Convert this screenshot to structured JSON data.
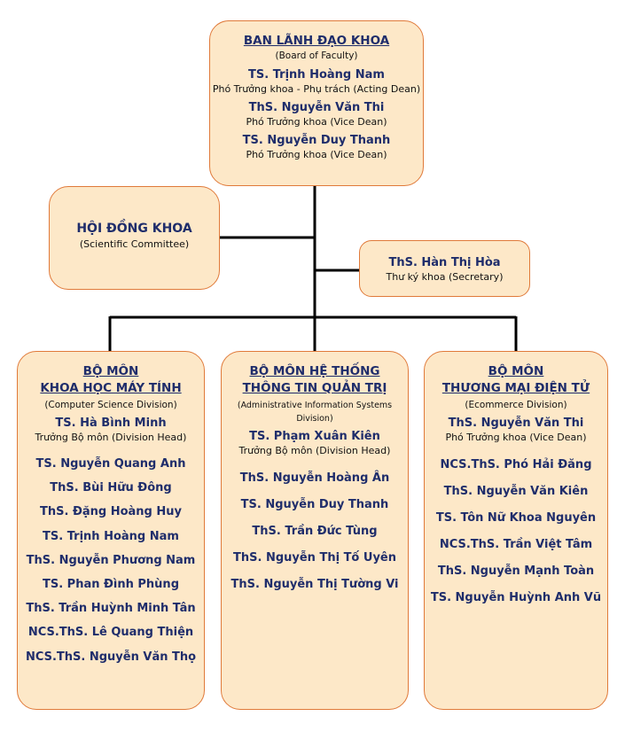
{
  "board": {
    "title": "BAN LÃNH ĐẠO KHOA",
    "subtitle": "(Board of Faculty)",
    "members": [
      {
        "name": "TS. Trịnh Hoàng Nam",
        "role": "Phó Trưởng khoa - Phụ trách (Acting Dean)"
      },
      {
        "name": "ThS. Nguyễn Văn Thi",
        "role": "Phó Trưởng khoa (Vice Dean)"
      },
      {
        "name": "TS. Nguyễn Duy Thanh",
        "role": "Phó Trưởng khoa (Vice Dean)"
      }
    ]
  },
  "committee": {
    "title": "HỘI ĐỒNG KHOA",
    "subtitle": "(Scientific Committee)"
  },
  "secretary": {
    "name": "ThS. Hàn Thị Hòa",
    "role": "Thư ký khoa (Secretary)"
  },
  "divisions": [
    {
      "title_line1": "BỘ MÔN",
      "title_line2": "KHOA HỌC MÁY TÍNH",
      "subtitle": "(Computer Science Division)",
      "head": {
        "name": "TS. Hà Bình Minh",
        "role": "Trưởng Bộ môn (Division Head)"
      },
      "members": [
        "TS. Nguyễn Quang Anh",
        "ThS. Bùi Hữu Đông",
        "ThS. Đặng Hoàng Huy",
        "TS. Trịnh Hoàng Nam",
        "ThS. Nguyễn Phương Nam",
        "TS. Phan Đình Phùng",
        "ThS. Trần Huỳnh Minh Tân",
        "NCS.ThS. Lê Quang Thiện",
        "NCS.ThS. Nguyễn Văn Thọ"
      ]
    },
    {
      "title_line1": "BỘ MÔN HỆ THỐNG",
      "title_line2": "THÔNG TIN QUẢN TRỊ",
      "subtitle": "(Administrative Information Systems Division)",
      "head": {
        "name": "TS. Phạm Xuân Kiên",
        "role": "Trưởng Bộ môn (Division Head)"
      },
      "members": [
        "ThS. Nguyễn Hoàng Ân",
        "TS. Nguyễn Duy Thanh",
        "ThS. Trần Đức Tùng",
        "ThS. Nguyễn Thị Tố Uyên",
        "ThS. Nguyễn Thị Tường Vi"
      ]
    },
    {
      "title_line1": "BỘ MÔN",
      "title_line2": "THƯƠNG MẠI ĐIỆN TỬ",
      "subtitle": "(Ecommerce Division)",
      "head": {
        "name": "ThS. Nguyễn Văn Thi",
        "role": "Phó Trưởng khoa (Vice Dean)"
      },
      "members": [
        "NCS.ThS. Phó Hải Đăng",
        "ThS. Nguyễn Văn Kiên",
        "TS. Tôn Nữ Khoa Nguyên",
        "NCS.ThS. Trần Việt Tâm",
        "ThS. Nguyễn Mạnh Toàn",
        "TS. Nguyễn Huỳnh Anh Vũ"
      ]
    }
  ]
}
